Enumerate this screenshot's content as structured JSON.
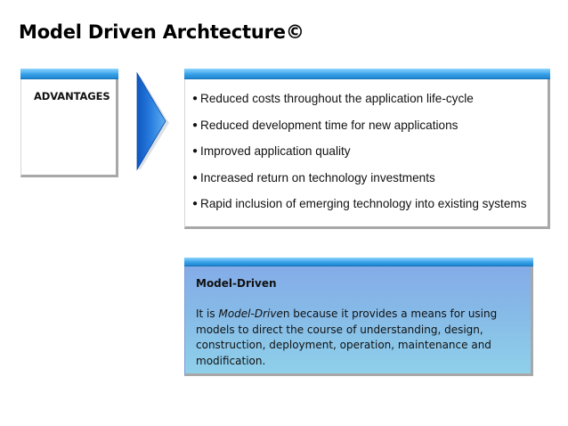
{
  "title": "Model Driven Archtecture©",
  "left_box": {
    "label": "ADVANTAGES"
  },
  "advantages": [
    "Reduced costs throughout the application life-cycle",
    "Reduced development time for new applications",
    "Improved application quality",
    "Increased return on technology investments",
    "Rapid inclusion of emerging technology into existing systems"
  ],
  "model_driven": {
    "heading": "Model-Driven",
    "body_prefix": "It is ",
    "body_emphasis": "Model-Drive",
    "body_rest": "n because it provides a means for using models to direct the course of understanding, design, construction, deployment, operation, maintenance and modification."
  },
  "colors": {
    "strip": "#1f86d1",
    "arrow": "#1b6fd6",
    "panel": "#86b9e7"
  }
}
